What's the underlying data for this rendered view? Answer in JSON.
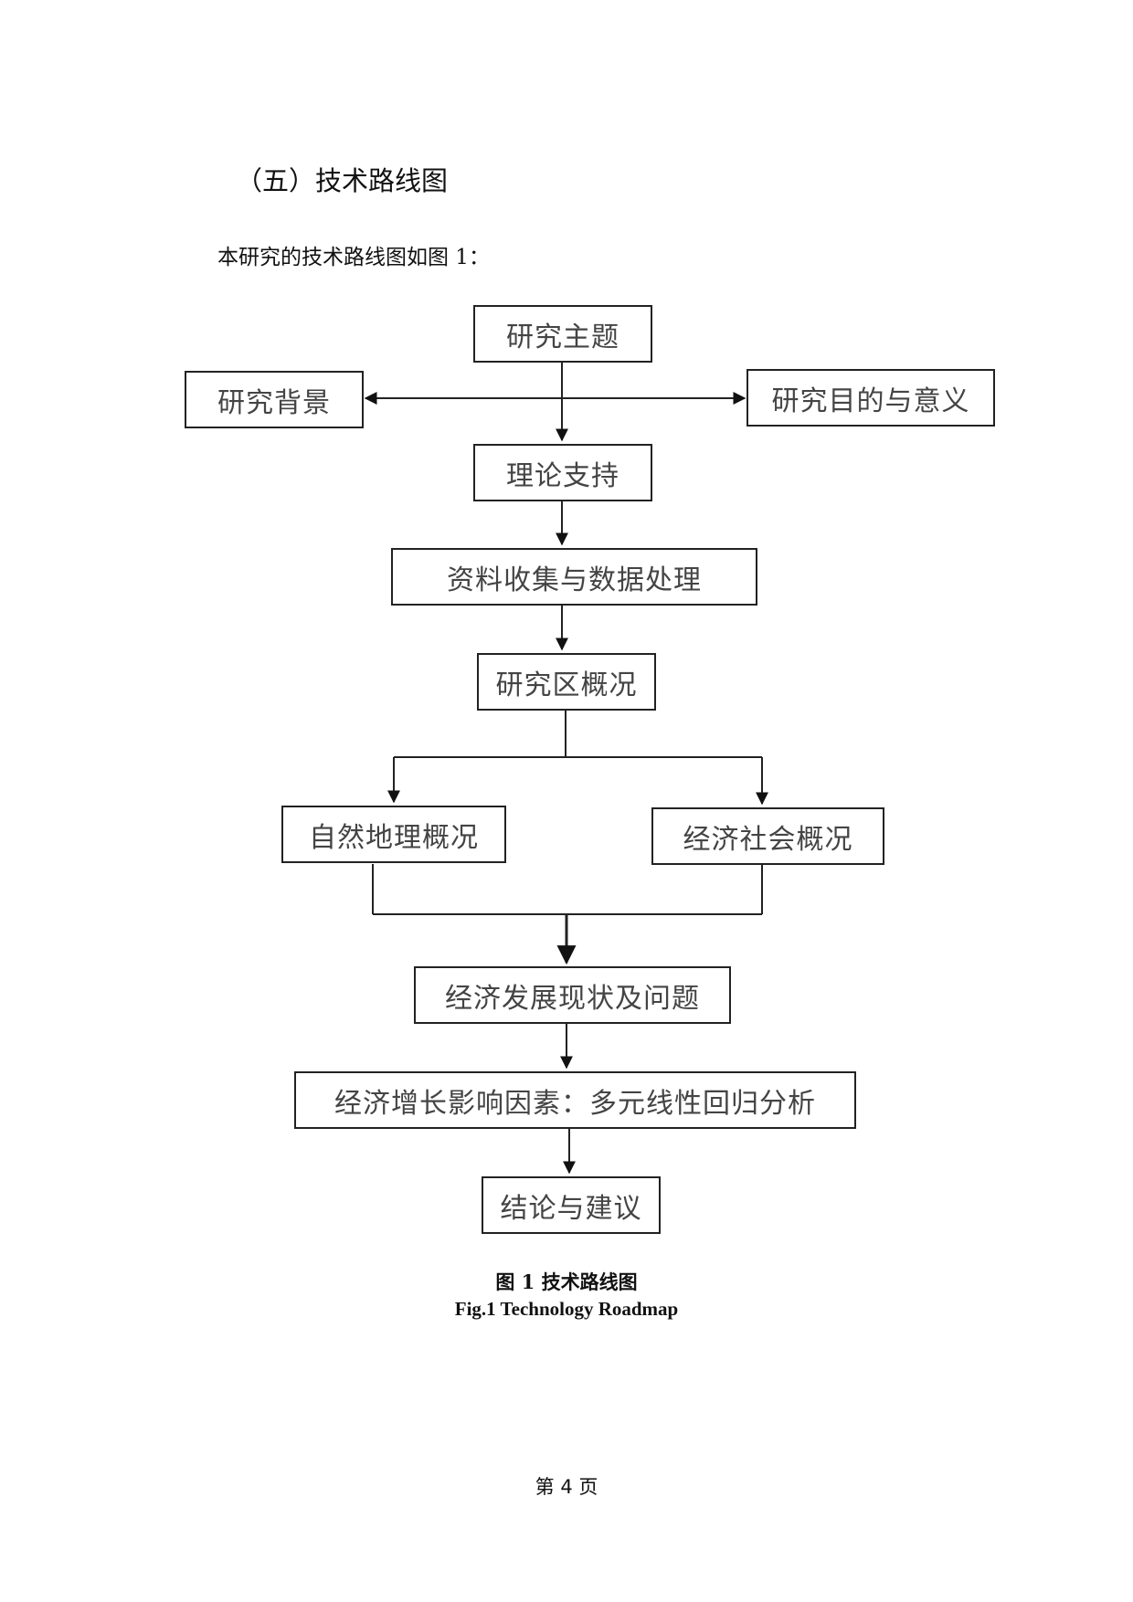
{
  "section_heading": "（五）技术路线图",
  "intro_text": "本研究的技术路线图如图 1：",
  "flowchart": {
    "nodes": {
      "topic": "研究主题",
      "background": "研究背景",
      "purpose": "研究目的与意义",
      "theory": "理论支持",
      "data": "资料收集与数据处理",
      "area": "研究区概况",
      "natural": "自然地理概况",
      "socioeconomic": "经济社会概况",
      "status": "经济发展现状及问题",
      "factors": "经济增长影响因素：多元线性回归分析",
      "conclusion": "结论与建议"
    }
  },
  "caption": {
    "cn": "图 1 技术路线图",
    "en": "Fig.1 Technology Roadmap"
  },
  "footer": {
    "page_number": "第 4 页"
  }
}
